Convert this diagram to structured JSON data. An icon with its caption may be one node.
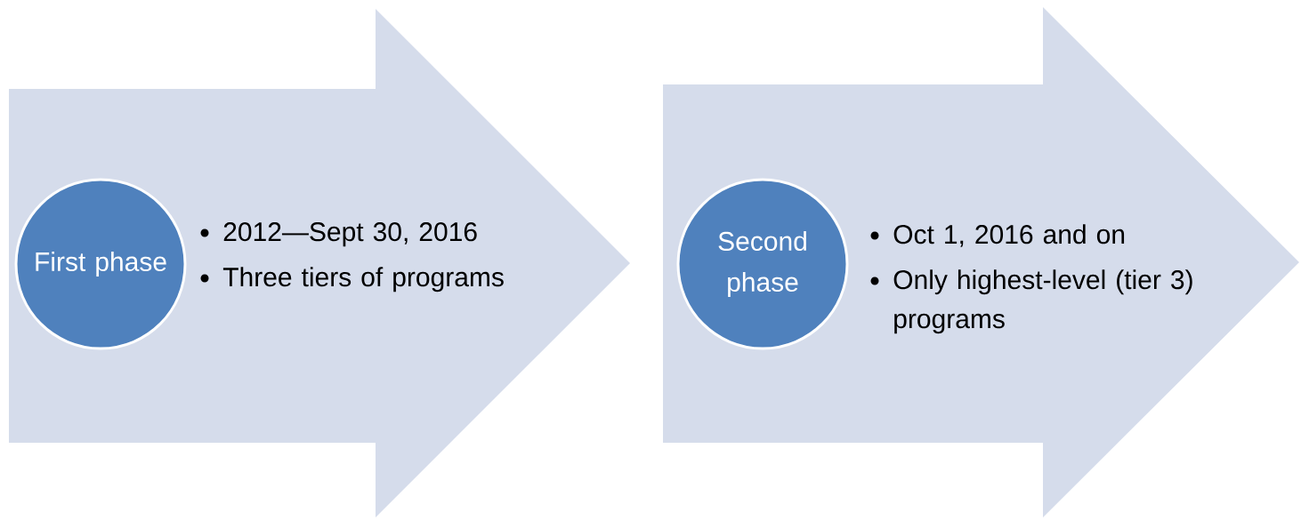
{
  "diagram": {
    "nodes": [
      {
        "text": [
          "2012—Sept 30, 2016",
          "Three tiers of programs"
        ]
      },
      {
        "text": [
          "First phase"
        ],
        "in": 0
      },
      {
        "text": [
          "Oct 1, 2016 and on",
          "Only highest-level (tier 3) programs"
        ]
      },
      {
        "text": [
          "Second phase"
        ],
        "in": 2
      }
    ]
  }
}
